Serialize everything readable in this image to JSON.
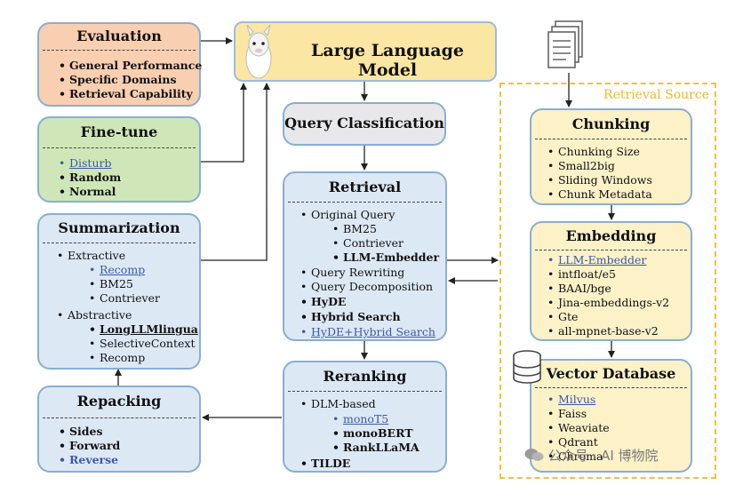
{
  "llm": {
    "title": "Large Language Model",
    "icon": "llama-icon"
  },
  "evaluation": {
    "title": "Evaluation",
    "items": [
      "General Performance",
      "Specific Domains",
      "Retrieval Capability"
    ]
  },
  "finetune": {
    "title": "Fine-tune",
    "items": [
      "Disturb",
      "Random",
      "Normal"
    ]
  },
  "summarization": {
    "title": "Summarization",
    "extractive": "Extractive",
    "extractive_items": [
      "Recomp",
      "BM25",
      "Contriever"
    ],
    "abstractive": "Abstractive",
    "abstractive_items": [
      "LongLLMlingua",
      "SelectiveContext",
      "Recomp"
    ]
  },
  "repacking": {
    "title": "Repacking",
    "items": [
      "Sides",
      "Forward",
      "Reverse"
    ]
  },
  "query_classification": {
    "title": "Query Classification"
  },
  "retrieval": {
    "title": "Retrieval",
    "original_query": "Original Query",
    "original_items": [
      "BM25",
      "Contriever",
      "LLM-Embedder"
    ],
    "items": [
      "Query Rewriting",
      "Query Decomposition",
      "HyDE",
      "Hybrid Search",
      "HyDE+Hybrid Search"
    ]
  },
  "reranking": {
    "title": "Reranking",
    "dlm": "DLM-based",
    "dlm_items": [
      "monoT5",
      "monoBERT",
      "RankLLaMA"
    ],
    "tilde": "TILDE"
  },
  "retrieval_source": {
    "label": "Retrieval Source",
    "doc_icon": "document-stack-icon",
    "db_icon": "database-icon"
  },
  "chunking": {
    "title": "Chunking",
    "items": [
      "Chunking Size",
      "Small2big",
      "Sliding Windows",
      "Chunk Metadata"
    ]
  },
  "embedding": {
    "title": "Embedding",
    "items": [
      "LLM-Embedder",
      "intfloat/e5",
      "BAAI/bge",
      "Jina-embeddings-v2",
      "Gte",
      "all-mpnet-base-v2"
    ]
  },
  "vector_db": {
    "title": "Vector Database",
    "items": [
      "Milvus",
      "Faiss",
      "Weaviate",
      "Qdrant",
      "Chroma"
    ]
  },
  "watermark": "公众号 · AI 博物院",
  "colors": {
    "blue_accent": "#3a5aa8",
    "source_dash": "#f2c230"
  }
}
